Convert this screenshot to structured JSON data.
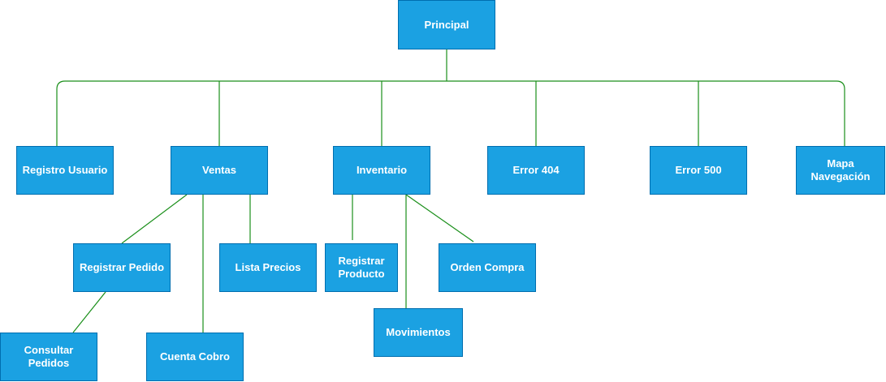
{
  "diagram": {
    "colors": {
      "node_fill": "#1ba1e2",
      "node_border": "#006eaf",
      "node_text": "#ffffff",
      "edge": "#1a8f1a"
    },
    "nodes": {
      "principal": "Principal",
      "registro_usuario": "Registro Usuario",
      "ventas": "Ventas",
      "inventario": "Inventario",
      "error_404": "Error 404",
      "error_500": "Error 500",
      "mapa_navegacion": "Mapa\nNavegación",
      "registrar_pedido": "Registrar Pedido",
      "lista_precios": "Lista Precios",
      "registrar_producto": "Registrar\nProducto",
      "orden_compra": "Orden Compra",
      "movimientos": "Movimientos",
      "consultar_pedidos": "Consultar\nPedidos",
      "cuenta_cobro": "Cuenta Cobro"
    },
    "edges": [
      [
        "principal",
        "registro_usuario"
      ],
      [
        "principal",
        "ventas"
      ],
      [
        "principal",
        "inventario"
      ],
      [
        "principal",
        "error_404"
      ],
      [
        "principal",
        "error_500"
      ],
      [
        "principal",
        "mapa_navegacion"
      ],
      [
        "ventas",
        "registrar_pedido"
      ],
      [
        "ventas",
        "lista_precios"
      ],
      [
        "ventas",
        "cuenta_cobro"
      ],
      [
        "inventario",
        "registrar_producto"
      ],
      [
        "inventario",
        "movimientos"
      ],
      [
        "inventario",
        "orden_compra"
      ],
      [
        "registrar_pedido",
        "consultar_pedidos"
      ]
    ]
  }
}
